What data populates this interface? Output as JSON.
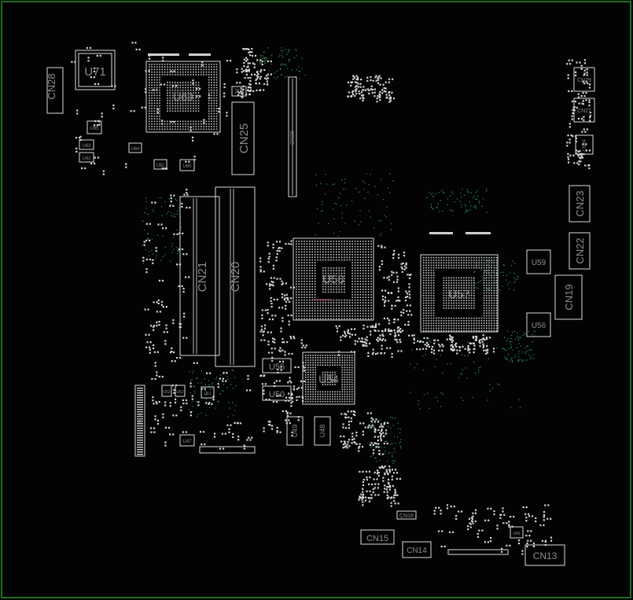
{
  "board": {
    "edge_color": "#1f6e1f",
    "background": "#020302",
    "outline_color": "#d8d8d8",
    "label_color": "#8c8c8c",
    "via_color": "#2f8a5a"
  },
  "components": {
    "U71": "U71",
    "U69": "U69",
    "U58": "U58",
    "U57": "U57",
    "U54": "U54",
    "U59": "U59",
    "U56": "U56",
    "U55": "U55",
    "U50": "U50",
    "U49": "U49",
    "U48": "U48",
    "U65": "U65",
    "U63": "U63",
    "U62": "U62",
    "U64": "U64",
    "U61": "U61",
    "U60": "U60",
    "U53": "U53",
    "U52": "U52",
    "U51": "U51",
    "U47": "U47",
    "U45": "U45",
    "X6": "X6"
  },
  "connectors": {
    "CN28": "CN28",
    "CN25": "CN25",
    "CN21": "CN21",
    "CN20": "CN20",
    "CN29": "CN29",
    "CN27": "CN27",
    "CN24": "CN24",
    "CN23": "CN23",
    "CN22": "CN22",
    "CN19": "CN19",
    "CN18": "CN18",
    "CN15": "CN15",
    "CN14": "CN14",
    "CN13": "CN13",
    "CN16": "CN16",
    "CN26": "CN26"
  }
}
